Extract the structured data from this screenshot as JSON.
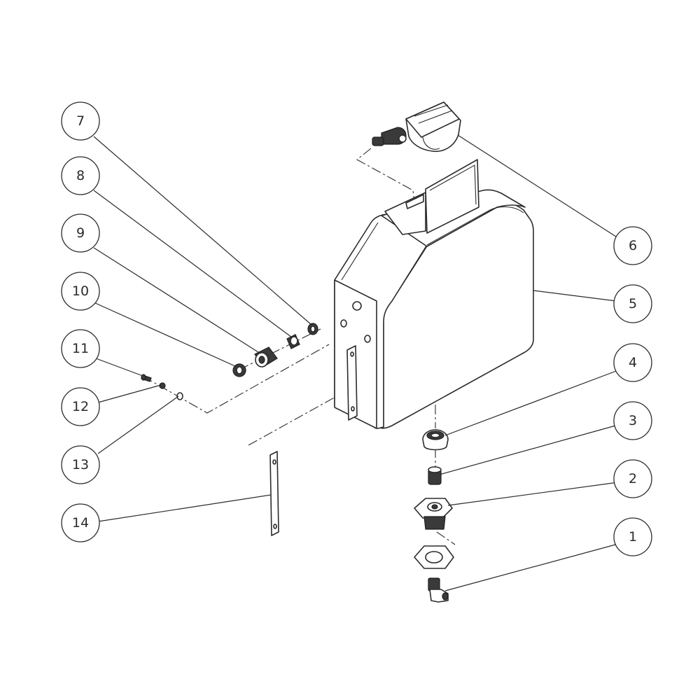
{
  "callouts": [
    {
      "id": "1",
      "label": "1"
    },
    {
      "id": "2",
      "label": "2"
    },
    {
      "id": "3",
      "label": "3"
    },
    {
      "id": "4",
      "label": "4"
    },
    {
      "id": "5",
      "label": "5"
    },
    {
      "id": "6",
      "label": "6"
    },
    {
      "id": "7",
      "label": "7"
    },
    {
      "id": "8",
      "label": "8"
    },
    {
      "id": "9",
      "label": "9"
    },
    {
      "id": "10",
      "label": "10"
    },
    {
      "id": "11",
      "label": "11"
    },
    {
      "id": "12",
      "label": "12"
    },
    {
      "id": "13",
      "label": "13"
    },
    {
      "id": "14",
      "label": "14"
    }
  ],
  "colors": {
    "line": "#2b2b2b",
    "background": "#ffffff"
  }
}
